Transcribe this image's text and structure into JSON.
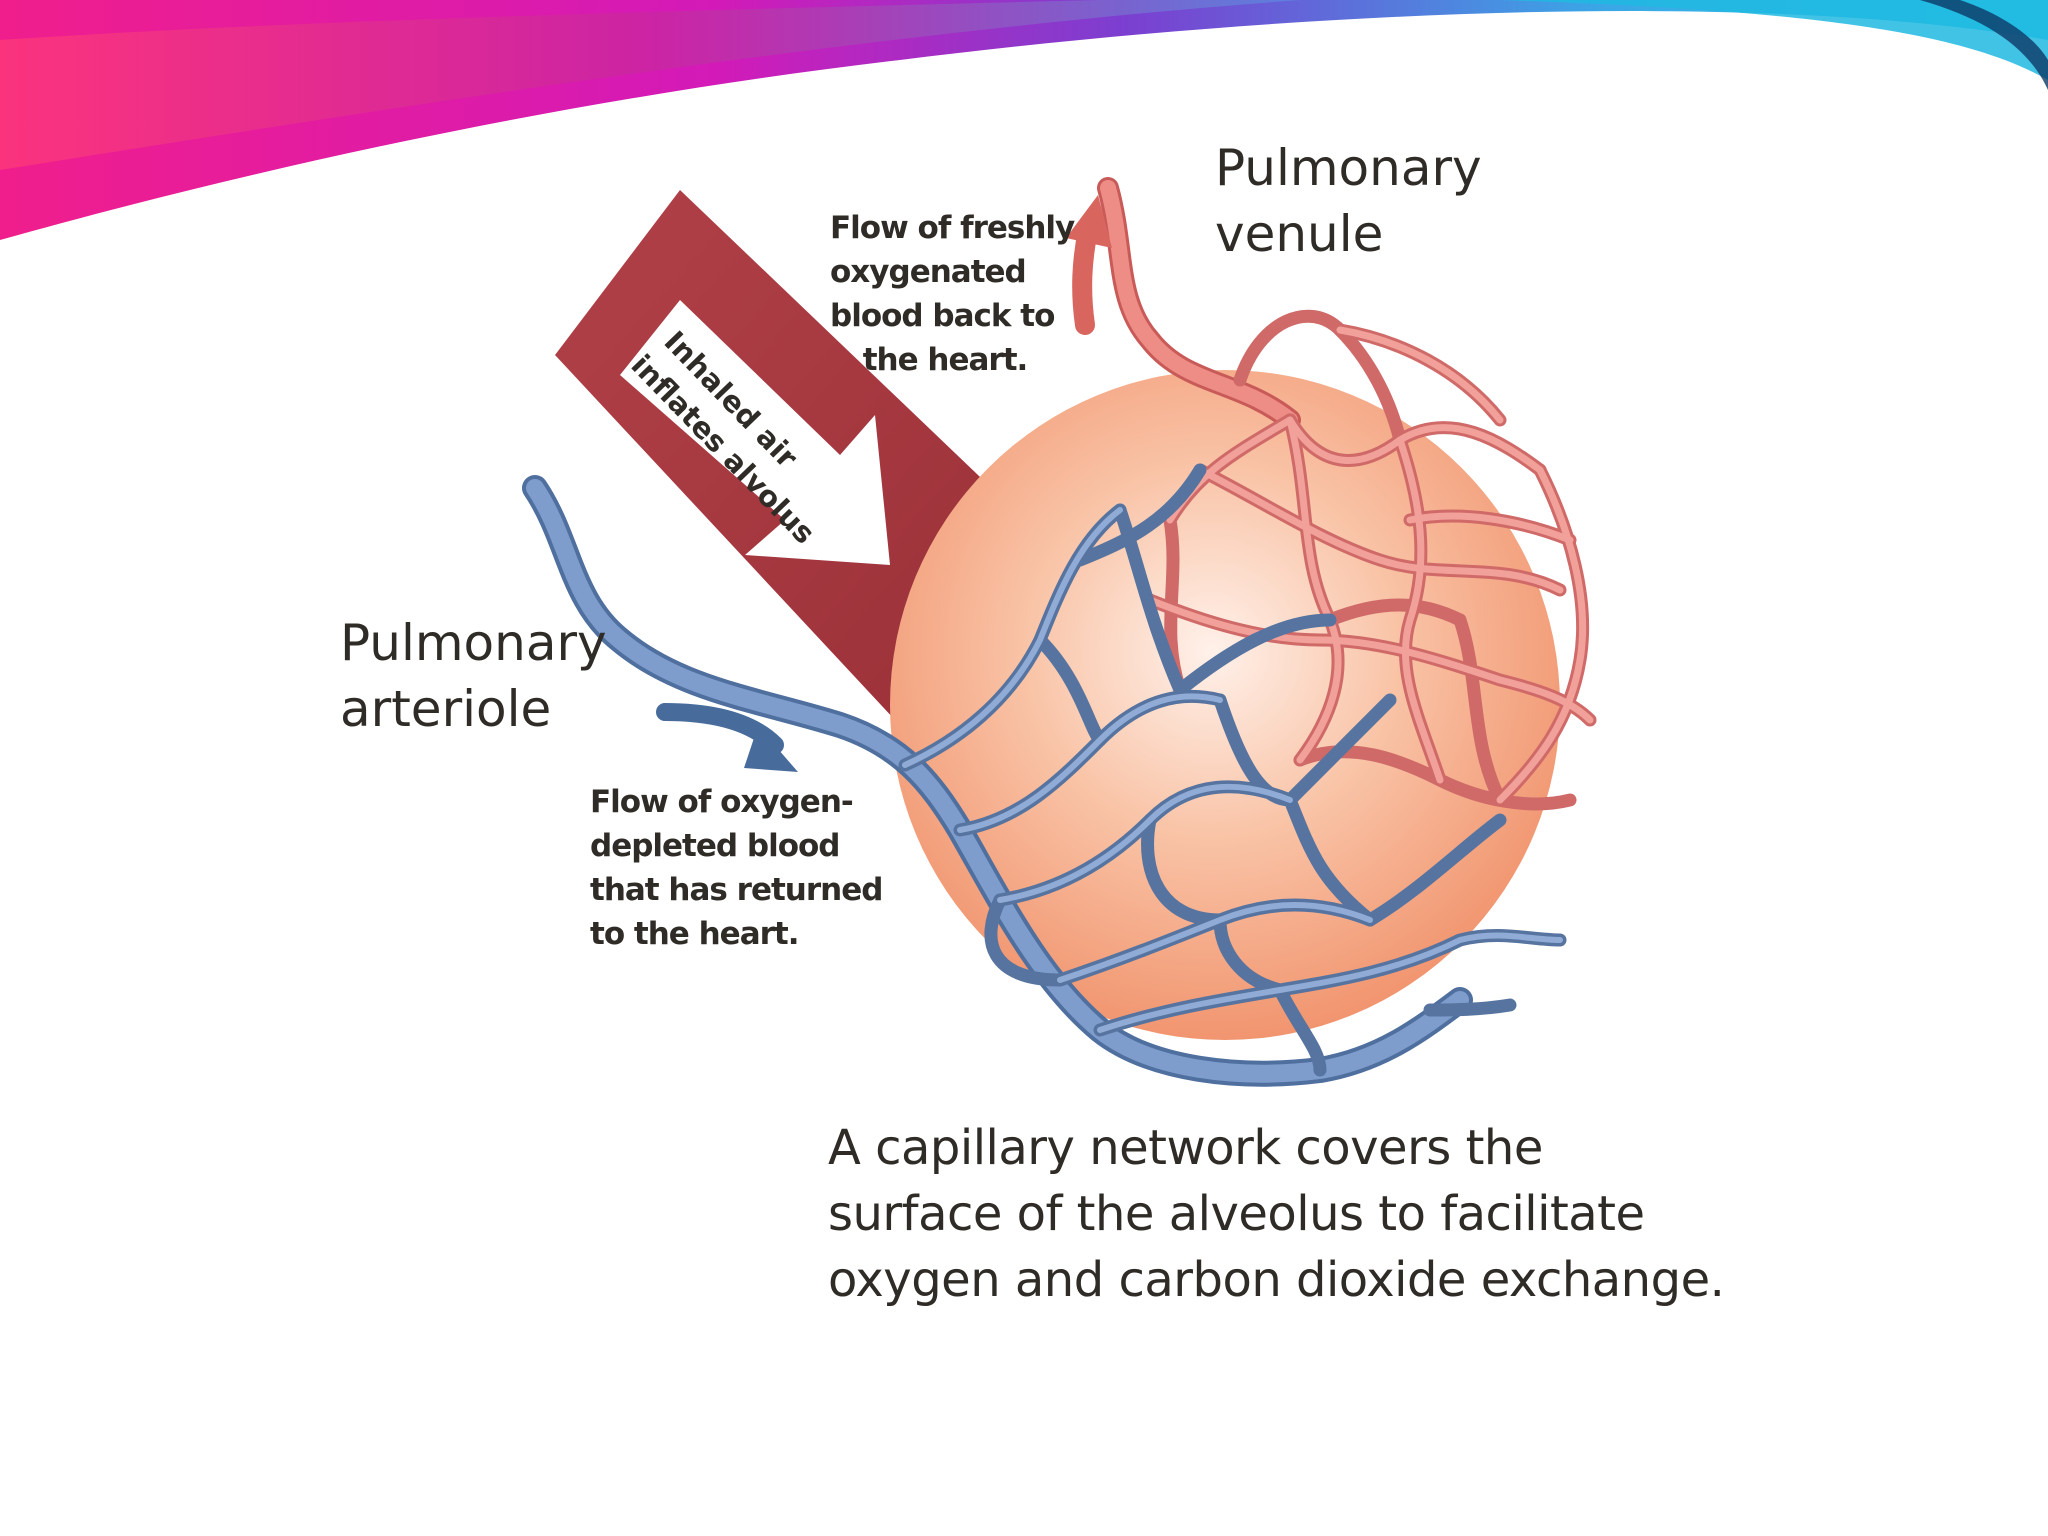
{
  "labels": {
    "venule": [
      "Pulmonary",
      "venule"
    ],
    "arteriole": [
      "Pulmonary",
      "arteriole"
    ],
    "oxygenated_flow": [
      "Flow of freshly",
      "oxygenated",
      "blood back to",
      "the heart."
    ],
    "inhaled_air": [
      "Inhaled air",
      "inflates alvolus"
    ],
    "depleted_flow": [
      "Flow of oxygen-",
      "depleted blood",
      "that has returned",
      "to the heart."
    ],
    "caption": [
      "A capillary network covers the",
      "surface of the alveolus to facilitate",
      "oxygen and carbon dioxide exchange."
    ]
  },
  "colors": {
    "alveolus": "#f4a27e",
    "alveolus_highlight": "#ffeadf",
    "venule_red": "#e87c78",
    "arteriole_blue": "#6f8fc0",
    "airway": "#a43a3f",
    "text": "#2f2b26",
    "banner_magenta": "#e8159c",
    "banner_cyan": "#2ec8e8"
  }
}
